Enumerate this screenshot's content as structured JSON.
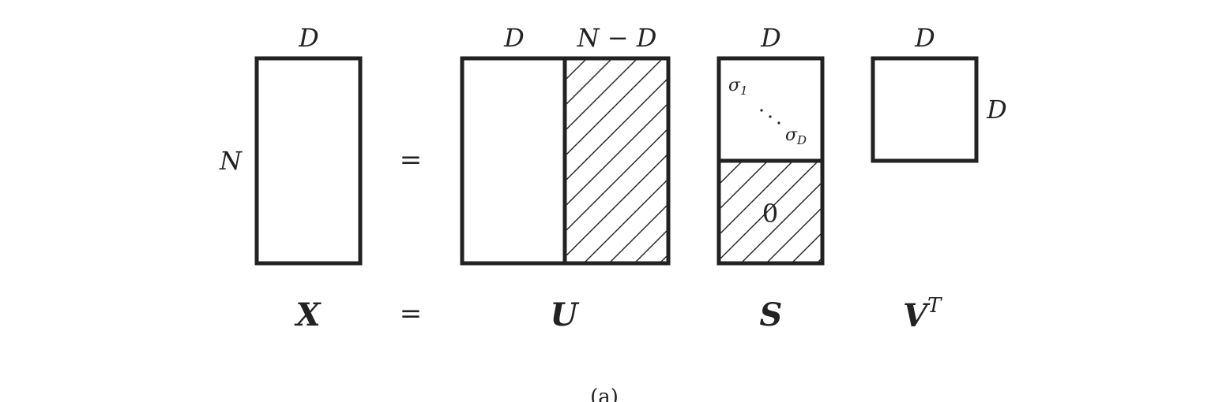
{
  "matrices": {
    "x": {
      "name": "X",
      "col_label": "D",
      "row_label": "N"
    },
    "u": {
      "name": "U",
      "left_col_label": "D",
      "right_col_label": "N − D"
    },
    "s": {
      "name": "S",
      "col_label": "D",
      "sigma_first": "σ",
      "sigma_first_sub": "1",
      "sigma_last": "σ",
      "sigma_last_sub": "D",
      "zero_block": "0"
    },
    "vt": {
      "name": "V",
      "superscript": "T",
      "col_label": "D",
      "row_label": "D"
    }
  },
  "equals_sign": "=",
  "caption": "(a)",
  "colors": {
    "stroke": "#222222",
    "background": "#ffffff"
  }
}
